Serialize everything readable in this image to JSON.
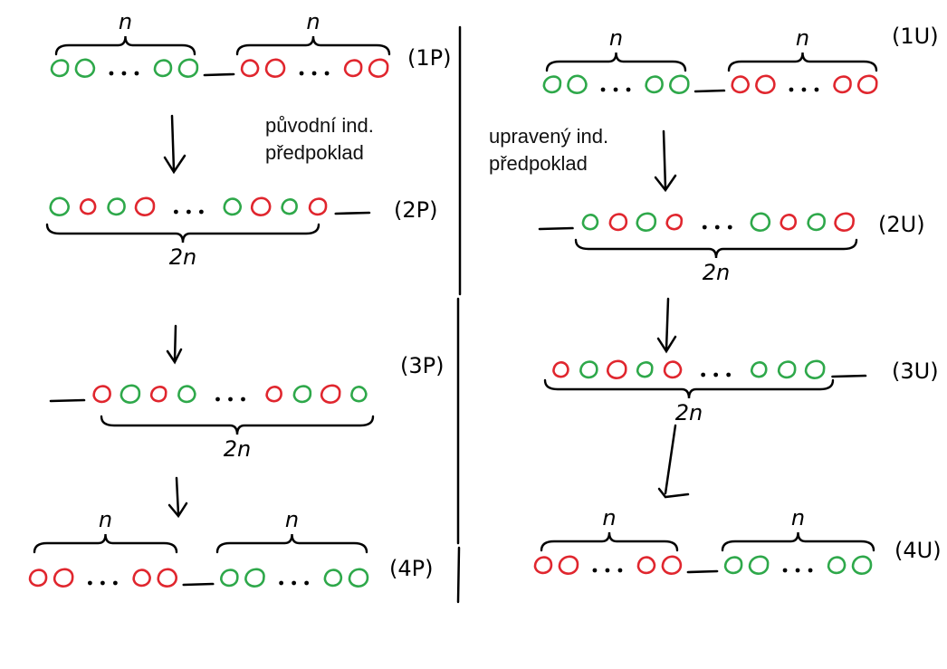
{
  "colors": {
    "green": "#2ea84a",
    "red": "#e0262e",
    "ink": "#000000"
  },
  "captions": {
    "left": [
      "původní ind.",
      "předpoklad"
    ],
    "right": [
      "upravený ind.",
      "předpoklad"
    ]
  },
  "steps": [
    {
      "id": "1P",
      "tag": "(1P)",
      "pattern": "GG...GG_RR...RR",
      "braces": [
        {
          "dir": "up",
          "label": "n"
        },
        {
          "dir": "up",
          "label": "n"
        }
      ]
    },
    {
      "id": "2P",
      "tag": "(2P)",
      "pattern": "GRGR...GRGR_",
      "braces": [
        {
          "dir": "down",
          "label": "2n"
        }
      ]
    },
    {
      "id": "3P",
      "tag": "(3P)",
      "pattern": "_RGRG...RGRG",
      "braces": [
        {
          "dir": "down",
          "label": "2n"
        }
      ]
    },
    {
      "id": "4P",
      "tag": "(4P)",
      "pattern": "RR...RR_GG...GG",
      "braces": [
        {
          "dir": "up",
          "label": "n"
        },
        {
          "dir": "up",
          "label": "n"
        }
      ]
    },
    {
      "id": "1U",
      "tag": "(1U)",
      "pattern": "GG...GG_RR...RR",
      "braces": [
        {
          "dir": "up",
          "label": "n"
        },
        {
          "dir": "up",
          "label": "n"
        }
      ]
    },
    {
      "id": "2U",
      "tag": "(2U)",
      "pattern": "_GRGR...GRGR",
      "braces": [
        {
          "dir": "down",
          "label": "2n"
        }
      ]
    },
    {
      "id": "3U",
      "tag": "(3U)",
      "pattern": "RGRGR...GGG_",
      "braces": [
        {
          "dir": "down",
          "label": "2n"
        }
      ]
    },
    {
      "id": "4U",
      "tag": "(4U)",
      "pattern": "RR...RR_GG...GG",
      "braces": [
        {
          "dir": "up",
          "label": "n"
        },
        {
          "dir": "up",
          "label": "n"
        }
      ]
    }
  ]
}
